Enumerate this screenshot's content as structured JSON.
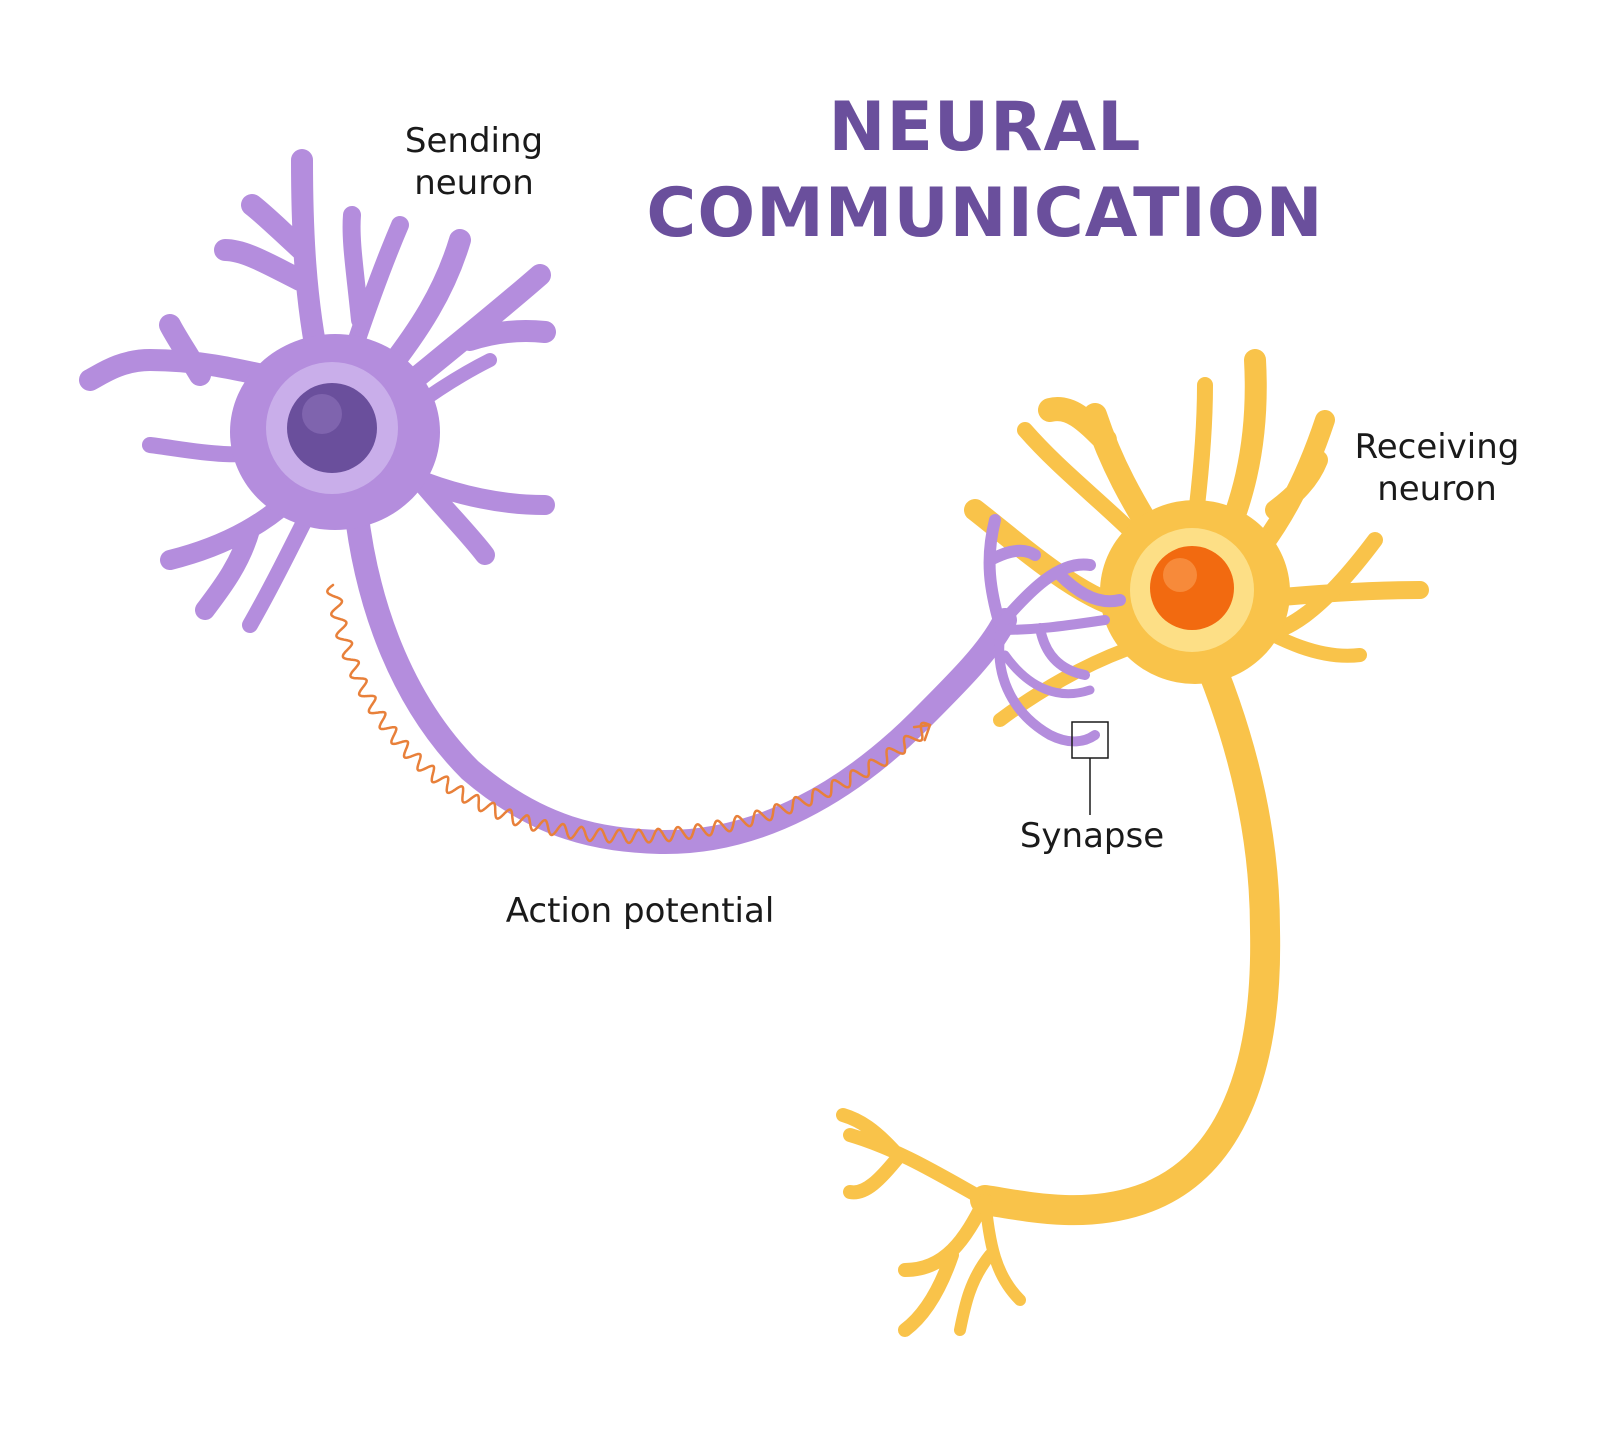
{
  "title": {
    "line1": "NEURAL",
    "line2": "COMMUNICATION"
  },
  "labels": {
    "sending": {
      "line1": "Sending",
      "line2": "neuron"
    },
    "receiving": {
      "line1": "Receiving",
      "line2": "neuron"
    },
    "synapse": "Synapse",
    "action_potential": "Action potential"
  },
  "colors": {
    "background": "#ffffff",
    "title": "#6a4f9c",
    "text": "#1a1a1a",
    "sending_neuron": "#b48ddd",
    "sending_nucleus": "#6a4f9c",
    "receiving_neuron": "#f9c34a",
    "receiving_nucleus": "#f26a10",
    "action_potential": "#e8803a"
  }
}
